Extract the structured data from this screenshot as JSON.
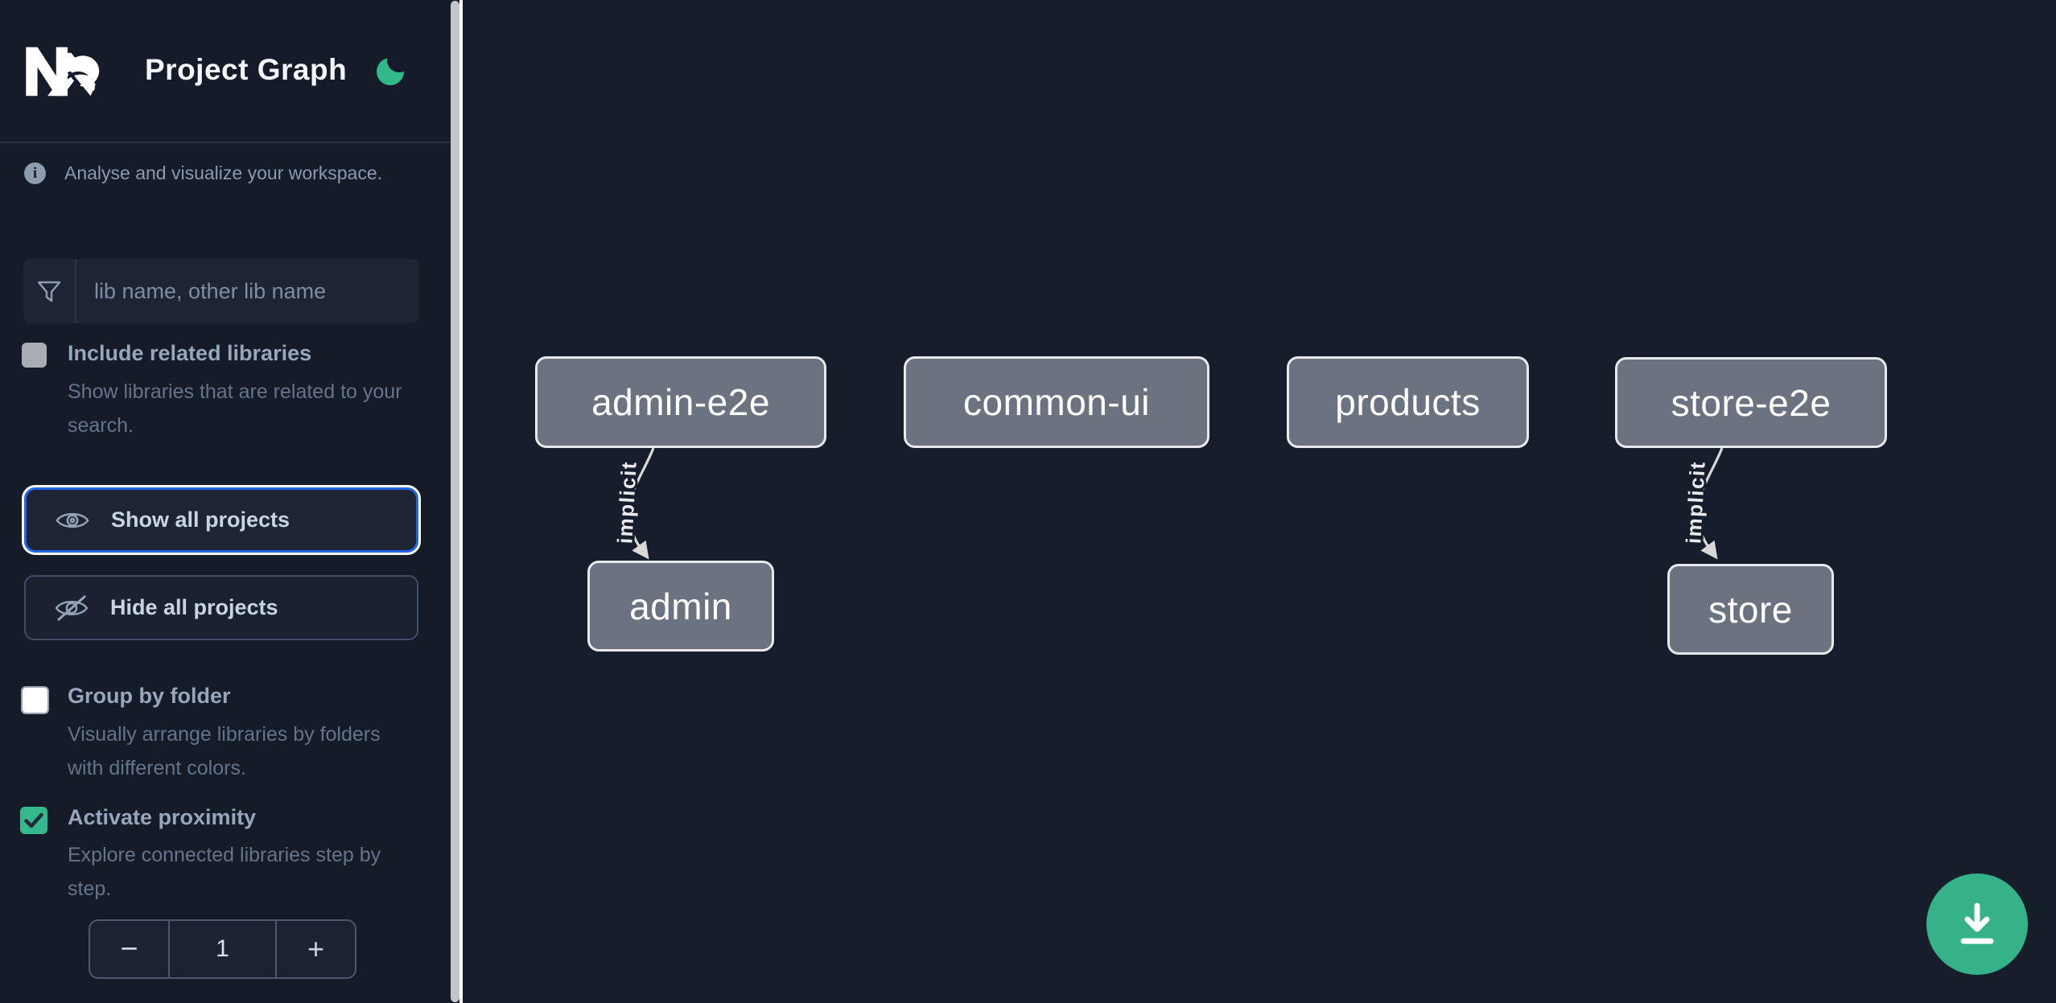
{
  "header": {
    "title": "Project Graph",
    "logo": "nx-logo",
    "theme_toggle": "moon-icon"
  },
  "sidebar": {
    "tagline": "Analyse and visualize your workspace.",
    "search": {
      "placeholder": "lib name, other lib name",
      "value": ""
    },
    "options": [
      {
        "label": "Include related libraries",
        "description": "Show libraries that are related to your search.",
        "checked": false,
        "disabled": true
      },
      {
        "label": "Group by folder",
        "description": "Visually arrange libraries by folders with different colors.",
        "checked": false
      },
      {
        "label": "Activate proximity",
        "description": "Explore connected libraries step by step.",
        "checked": true
      }
    ],
    "buttons": [
      {
        "label": "Show all projects",
        "icon": "eye-icon",
        "focused": true
      },
      {
        "label": "Hide all projects",
        "icon": "eye-slash-icon",
        "focused": false
      }
    ],
    "proximity_stepper": {
      "decrement": "−",
      "value": "1",
      "increment": "+"
    }
  },
  "graph": {
    "nodes": [
      {
        "label": "admin-e2e"
      },
      {
        "label": "common-ui"
      },
      {
        "label": "products"
      },
      {
        "label": "store-e2e"
      },
      {
        "label": "admin"
      },
      {
        "label": "store"
      }
    ],
    "edges": [
      {
        "source": "admin-e2e",
        "target": "admin",
        "label": "implicit"
      },
      {
        "source": "store-e2e",
        "target": "store",
        "label": "implicit"
      }
    ]
  },
  "fab": {
    "icon": "download-icon"
  },
  "colors": {
    "background": "#161d2b",
    "accent_green": "#35b98c",
    "focus_blue": "#2563eb",
    "node_fill": "#6b7280",
    "node_border": "#e7e9ec",
    "edge": "#d8d8d8"
  }
}
